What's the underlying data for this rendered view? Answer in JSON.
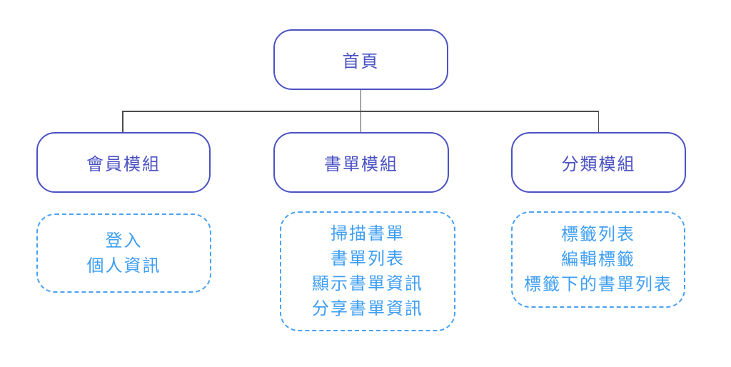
{
  "colors": {
    "canvas_bg": "#ffffff",
    "solid_color": "#4B52C3",
    "dashed_border": "#4AA2F2",
    "dashed_text": "#3E9EF3",
    "connector_color": "#4d4d4d"
  },
  "diagram": {
    "root": {
      "label": "首頁"
    },
    "modules": [
      {
        "label": "會員模組",
        "pages": [
          "登入",
          "個人資訊"
        ]
      },
      {
        "label": "書單模組",
        "pages": [
          "掃描書單",
          "書單列表",
          "顯示書單資訊",
          "分享書單資訊"
        ]
      },
      {
        "label": "分類模組",
        "pages": [
          "標籤列表",
          "編輯標籤",
          "標籤下的書單列表"
        ]
      }
    ]
  }
}
